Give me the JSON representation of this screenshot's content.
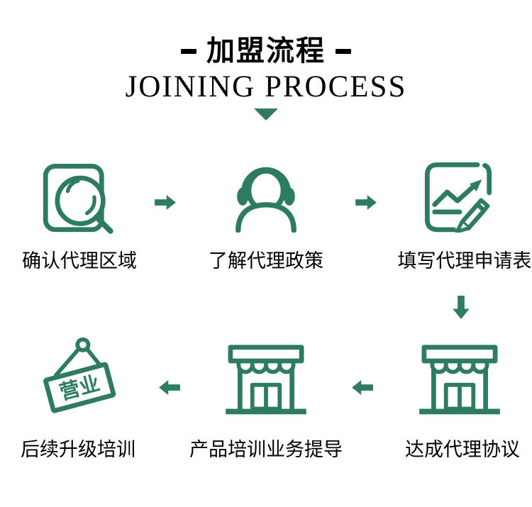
{
  "header": {
    "title": "加盟流程",
    "subtitle": "JOINING PROCESS"
  },
  "colors": {
    "accent_green": "#2e7c60",
    "text": "#000000",
    "background": "#ffffff"
  },
  "steps": [
    {
      "label": "确认代理区域",
      "icon": "search-document-icon"
    },
    {
      "label": "了解代理政策",
      "icon": "customer-service-icon"
    },
    {
      "label": "填写代理申请表",
      "icon": "form-chart-pencil-icon"
    },
    {
      "label": "达成代理协议",
      "icon": "storefront-icon"
    },
    {
      "label": "产品培训业务提导",
      "icon": "storefront-icon"
    },
    {
      "label": "后续升级培训",
      "icon": "open-sign-icon",
      "sign_text": "营业"
    }
  ],
  "flow": {
    "direction_row1": "left-to-right",
    "direction_row2": "right-to-left"
  }
}
